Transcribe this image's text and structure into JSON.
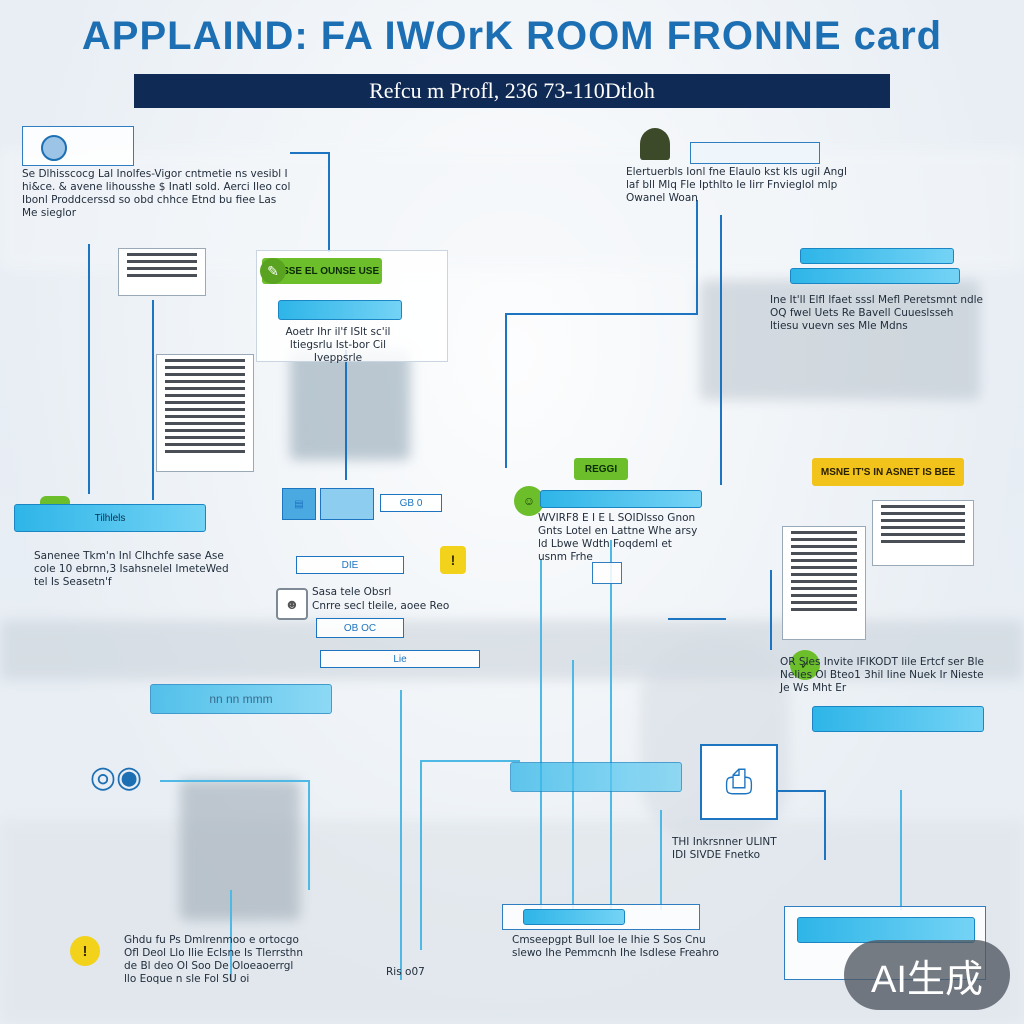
{
  "header": {
    "title": "APPLAIND: FA IWOrK ROOM FRONNE card",
    "subtitle": "Refcu m Profl,  236 73-110Dtloh"
  },
  "cards": {
    "top_left": "Se Dlhisscocg Lal Inolfes-Vigor cntmetie ns vesibl I hi&ce. & avene lihousshe $ Inatl sold. Aerci Ileo col Ibonl Proddcerssd so obd chhce Etnd bu fiee Las Me sieglor",
    "center_green": "OIESSE EL OUNSE USE",
    "center_note": "Aoetr Ihr il'f ISlt sc'il ltiegsrlu Ist-bor Cil Iveppsrle",
    "top_right": "Elertuerbls Ionl fne Elaulo kst kls ugil Angl laf bll Mlq Fle Ipthlto Ie Iirr Fnvieglol mlp Owanel Woan",
    "right_mid": "Ine It'll Elfl lfaet sssl Mefl Peretsmnt ndle OQ fwel Uets Re Bavell Cuueslsseh ltiesu vuevn ses Mle Mdns",
    "center_green2": "REGGI",
    "center_mid": "WVIRF8 E I E L SOIDlsso Gnon Gnts Lotel en Lattne Whe arsy ld Lbwe Wdth Foqdeml et usnm Frhe",
    "yellow_right": "MSNE IT'S IN ASNET IS BEE",
    "left_mid": "Sanenee Tkm'n Inl Clhchfe sase Ase cole 10 ebrnn,3 Isahsnelel ImeteWed tel Is Seasetn'f",
    "center_small": "Sasa tele Obsrl",
    "center_small2": "Cnrre secl tleile, aoee Reo",
    "right_lower": "OR Sles Invite IFIKODT Iile Ertcf ser Ble Nelies Ol Bteo1 3hil Iine Nuek Ir Nieste Je Ws Mht Er",
    "center_lower": "THI Inkrsnner ULINT IDI SIVDE Fnetko",
    "bottom_left": "Ghdu fu Ps Dmlrenmoo e ortocgo Ofl Deol Llo Ilie Eclsne Is Tlerrsthn de Bl deo Ol Soo De Oloeaoerrgl llo Eoque n sle Fol SU oi",
    "bottom_center": "Cmseepgpt Bull Ioe Ie Ihie S Sos Cnu slewo Ihe Pemmcnh Ihe Isdlese Freahro",
    "bottom_small": "Ris o07"
  },
  "buttons": {
    "left_tab": "Tilhlels",
    "cyan_bar1": "nn nn mmm",
    "btn_pair": "GB 0",
    "btn_pair2": "OB OC",
    "btn_pair3": "DIE",
    "btn_pair4": "Lie"
  },
  "watermark": "AI生成",
  "colors": {
    "accent": "#1d6fb4",
    "navy": "#0f2a55",
    "cyan": "#2eb5e8",
    "green": "#6cbf2b",
    "yellow": "#f2c31a"
  },
  "icons": [
    "person-icon",
    "chat-icon",
    "warning-icon",
    "shield-icon",
    "glasses-icon",
    "folder-icon",
    "user-avatar-icon",
    "printer-icon"
  ]
}
